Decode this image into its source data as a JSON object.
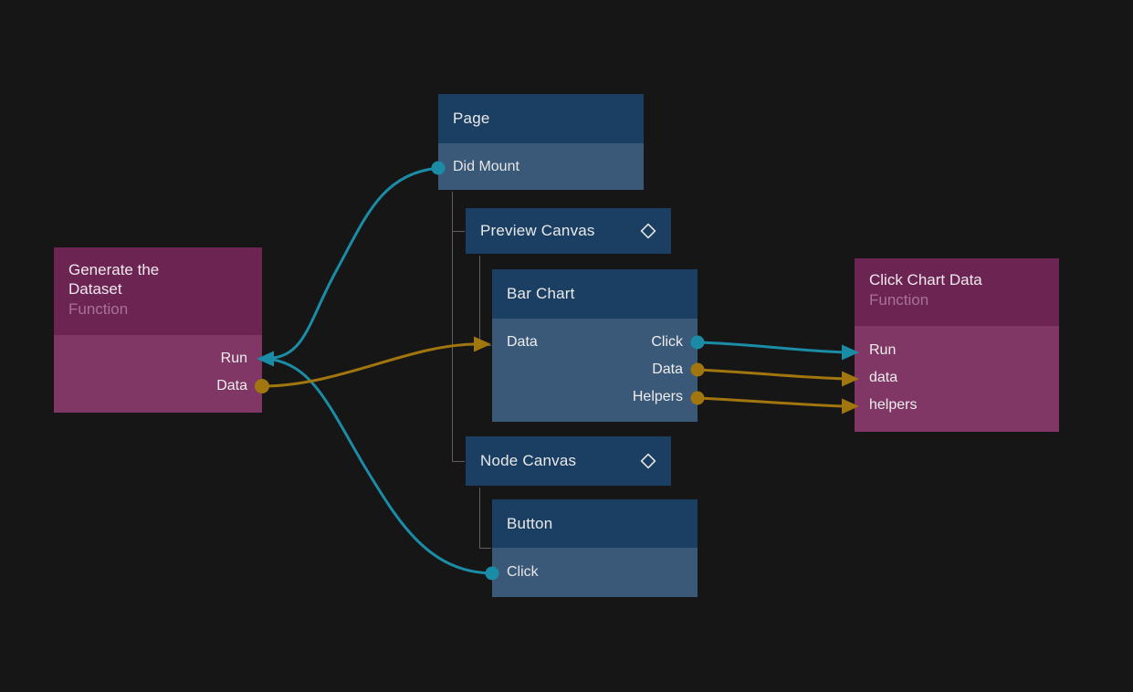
{
  "app": {
    "view": "node-graph-editor"
  },
  "colors": {
    "background": "#161616",
    "component_header_blue": "#1A3F63",
    "component_row_blue": "#3A5878",
    "function_header_purple": "#6C2453",
    "function_body_purple": "#803765",
    "function_subtitle_text": "#A8719B",
    "signal_wire_teal": "#1B8CA6",
    "data_wire_orange": "#A1760E",
    "tree_line_gray": "#5F5F5F"
  },
  "nodes": {
    "page": {
      "title": "Page",
      "ports": {
        "did_mount": {
          "label": "Did Mount",
          "kind": "signal-output"
        }
      }
    },
    "preview_canvas": {
      "title": "Preview Canvas",
      "icon": "diamond"
    },
    "bar_chart": {
      "title": "Bar Chart",
      "inputs": {
        "data": {
          "label": "Data",
          "kind": "data-input"
        }
      },
      "outputs": {
        "click": {
          "label": "Click",
          "kind": "signal-output"
        },
        "data": {
          "label": "Data",
          "kind": "data-output"
        },
        "helpers": {
          "label": "Helpers",
          "kind": "data-output"
        }
      }
    },
    "node_canvas": {
      "title": "Node Canvas",
      "icon": "diamond"
    },
    "button": {
      "title": "Button",
      "ports": {
        "click": {
          "label": "Click",
          "kind": "signal-output"
        }
      }
    },
    "generate_dataset": {
      "title": "Generate the Dataset",
      "subtitle": "Function",
      "ports": {
        "run": {
          "label": "Run",
          "kind": "signal-input"
        },
        "data": {
          "label": "Data",
          "kind": "data-output"
        }
      }
    },
    "click_chart_data": {
      "title": "Click Chart Data",
      "subtitle": "Function",
      "ports": {
        "run": {
          "label": "Run",
          "kind": "signal-input"
        },
        "data": {
          "label": "data",
          "kind": "data-input"
        },
        "helpers": {
          "label": "helpers",
          "kind": "data-input"
        }
      }
    }
  },
  "edges": [
    {
      "from": "page.did_mount",
      "to": "generate_dataset.run",
      "kind": "signal"
    },
    {
      "from": "button.click",
      "to": "generate_dataset.run",
      "kind": "signal"
    },
    {
      "from": "generate_dataset.data",
      "to": "bar_chart.data",
      "kind": "data"
    },
    {
      "from": "bar_chart.click",
      "to": "click_chart_data.run",
      "kind": "signal"
    },
    {
      "from": "bar_chart.data",
      "to": "click_chart_data.data",
      "kind": "data"
    },
    {
      "from": "bar_chart.helpers",
      "to": "click_chart_data.helpers",
      "kind": "data"
    }
  ],
  "hierarchy_note": "Page > Preview Canvas > Bar Chart; Page > Node Canvas > Button"
}
